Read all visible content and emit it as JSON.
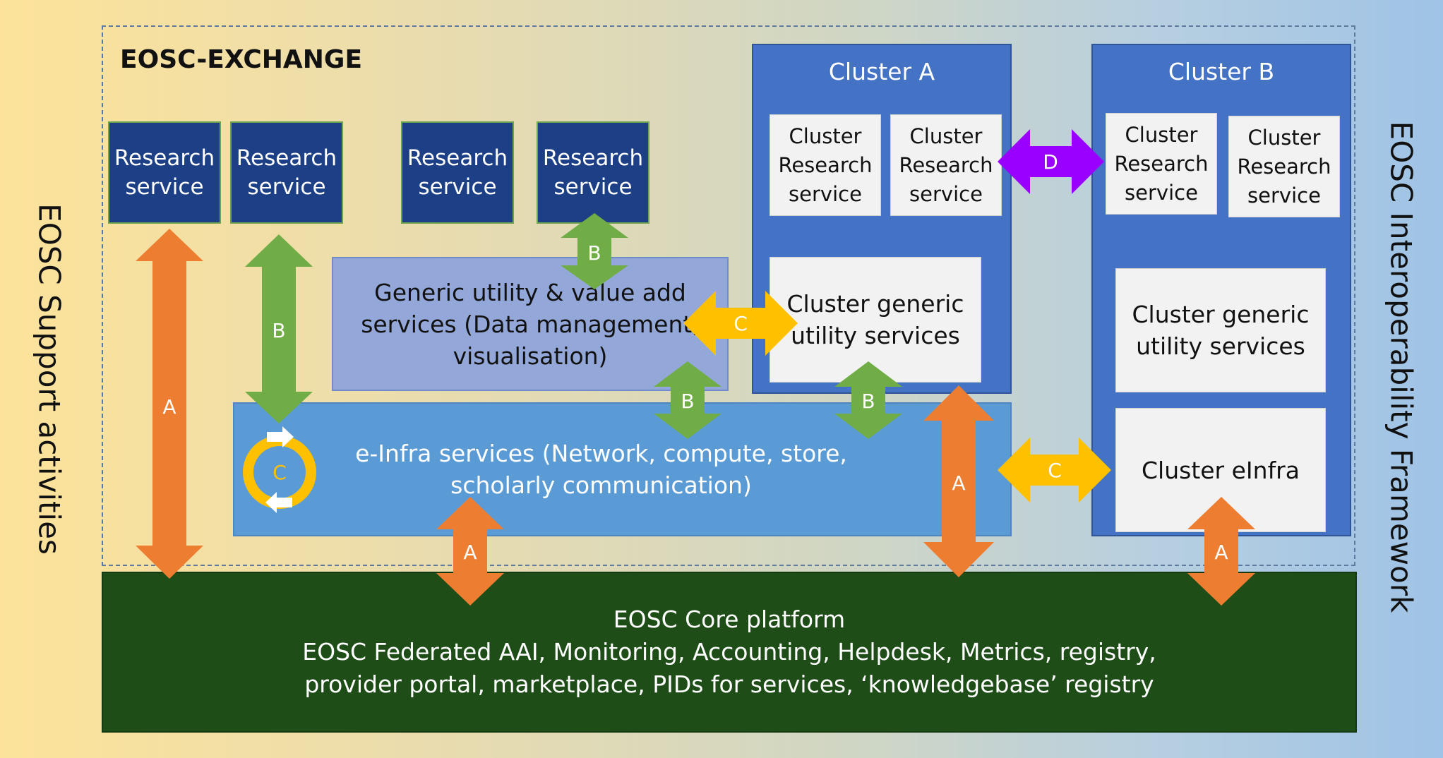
{
  "exchange_title": "EOSC-EXCHANGE",
  "left_label": "EOSC Support activities",
  "right_label": "EOSC Interoperability Framework",
  "research_services": [
    {
      "line1": "Research",
      "line2": "service"
    },
    {
      "line1": "Research",
      "line2": "service"
    },
    {
      "line1": "Research",
      "line2": "service"
    },
    {
      "line1": "Research",
      "line2": "service"
    }
  ],
  "generic_utility": "Generic utility  & value add services (Data management, visualisation)",
  "einfra": "e-Infra services (Network, compute, store, scholarly communication)",
  "cluster_a": {
    "title": "Cluster A",
    "research_services": [
      "Cluster Research service",
      "Cluster Research service"
    ],
    "generic": "Cluster generic utility services"
  },
  "cluster_b": {
    "title": "Cluster B",
    "research_services": [
      "Cluster Research service",
      "Cluster Research service"
    ],
    "generic": "Cluster generic utility services",
    "einfra": "Cluster eInfra"
  },
  "core": {
    "line1": "EOSC Core platform",
    "line2": "EOSC Federated AAI, Monitoring, Accounting, Helpdesk, Metrics, registry,",
    "line3": "provider portal, marketplace, PIDs for services, ‘knowledgebase’ registry"
  },
  "arrow_labels": {
    "a": "A",
    "b": "B",
    "c": "C",
    "d": "D"
  },
  "colors": {
    "arrow_a": "#ed7d31",
    "arrow_b": "#70ad47",
    "arrow_c": "#ffc000",
    "arrow_d": "#9900ff",
    "core": "#1e4d18",
    "research_service": "#1d3f86",
    "cluster": "#4472c4"
  }
}
